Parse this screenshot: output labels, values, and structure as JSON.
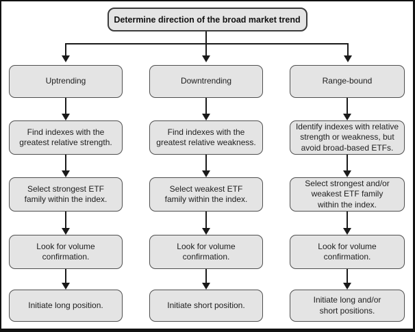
{
  "diagram": {
    "title": "Determine direction of the broad market trend",
    "columns": [
      {
        "id": "uptrending",
        "steps": [
          "Uptrending",
          "Find indexes with the\ngreatest relative strength.",
          "Select strongest ETF\nfamily within the index.",
          "Look for volume\nconfirmation.",
          "Initiate long position."
        ]
      },
      {
        "id": "downtrending",
        "steps": [
          "Downtrending",
          "Find indexes with the\ngreatest relative weakness.",
          "Select weakest ETF\nfamily within the index.",
          "Look for volume\nconfirmation.",
          "Initiate short position."
        ]
      },
      {
        "id": "range-bound",
        "steps": [
          "Range-bound",
          "Identify indexes with relative\nstrength or weakness, but\navoid broad-based ETFs.",
          "Select strongest and/or\nweakest ETF family\nwithin the index.",
          "Look for volume\nconfirmation.",
          "Initiate long and/or\nshort positions."
        ]
      }
    ],
    "colors": {
      "box_fill": "#e4e4e4",
      "box_border": "#4d4d4d",
      "connector_line": "#1a1a1a",
      "text": "#1d1d1d",
      "frame_border": "#111111",
      "background": "#ffffff"
    }
  }
}
